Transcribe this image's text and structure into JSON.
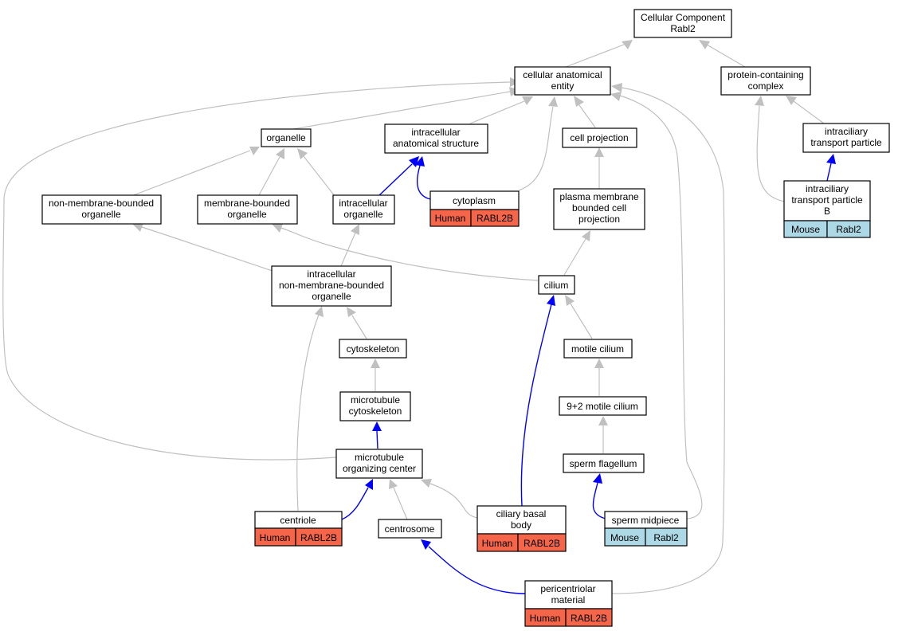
{
  "colors": {
    "is_a_edge": "#c0c0c0",
    "part_of_edge": "#0000ff",
    "human_annotation": "#f4654a",
    "mouse_annotation": "#add8e6"
  },
  "nodes": {
    "cellular_component": {
      "lines": [
        "Cellular Component",
        "Rabl2"
      ]
    },
    "cellular_anatomical_entity": {
      "lines": [
        "cellular anatomical",
        "entity"
      ]
    },
    "protein_containing_complex": {
      "lines": [
        "protein-containing",
        "complex"
      ]
    },
    "organelle": {
      "lines": [
        "organelle"
      ]
    },
    "intracellular_anatomical_structure": {
      "lines": [
        "intracellular",
        "anatomical structure"
      ]
    },
    "cell_projection": {
      "lines": [
        "cell projection"
      ]
    },
    "intraciliary_transport_particle": {
      "lines": [
        "intraciliary",
        "transport particle"
      ]
    },
    "non_membrane_bounded_organelle": {
      "lines": [
        "non-membrane-bounded",
        "organelle"
      ]
    },
    "membrane_bounded_organelle": {
      "lines": [
        "membrane-bounded",
        "organelle"
      ]
    },
    "intracellular_organelle": {
      "lines": [
        "intracellular",
        "organelle"
      ]
    },
    "cytoplasm": {
      "lines": [
        "cytoplasm"
      ],
      "tags": [
        "Human",
        "RABL2B"
      ]
    },
    "plasma_membrane_bounded_cell_projection": {
      "lines": [
        "plasma membrane",
        "bounded cell",
        "projection"
      ]
    },
    "intraciliary_transport_particle_b": {
      "lines": [
        "intraciliary",
        "transport particle",
        "B"
      ],
      "tags": [
        "Mouse",
        "Rabl2"
      ]
    },
    "intracellular_non_membrane_bounded_organelle": {
      "lines": [
        "intracellular",
        "non-membrane-bounded",
        "organelle"
      ]
    },
    "cilium": {
      "lines": [
        "cilium"
      ]
    },
    "cytoskeleton": {
      "lines": [
        "cytoskeleton"
      ]
    },
    "motile_cilium": {
      "lines": [
        "motile cilium"
      ]
    },
    "microtubule_cytoskeleton": {
      "lines": [
        "microtubule",
        "cytoskeleton"
      ]
    },
    "nine_plus_two_motile_cilium": {
      "lines": [
        "9+2 motile cilium"
      ]
    },
    "microtubule_organizing_center": {
      "lines": [
        "microtubule",
        "organizing center"
      ]
    },
    "sperm_flagellum": {
      "lines": [
        "sperm flagellum"
      ]
    },
    "centriole": {
      "lines": [
        "centriole"
      ],
      "tags": [
        "Human",
        "RABL2B"
      ]
    },
    "centrosome": {
      "lines": [
        "centrosome"
      ]
    },
    "ciliary_basal_body": {
      "lines": [
        "ciliary basal",
        "body"
      ],
      "tags": [
        "Human",
        "RABL2B"
      ]
    },
    "sperm_midpiece": {
      "lines": [
        "sperm midpiece"
      ],
      "tags": [
        "Mouse",
        "Rabl2"
      ]
    },
    "pericentriolar_material": {
      "lines": [
        "pericentriolar",
        "material"
      ],
      "tags": [
        "Human",
        "RABL2B"
      ]
    }
  }
}
